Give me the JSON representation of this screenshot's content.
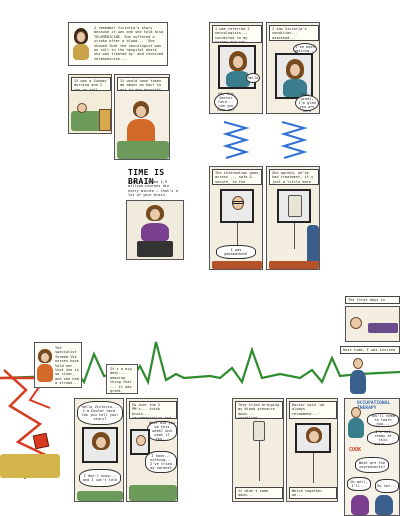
{
  "colors": {
    "ecg_green": "#2e8b2e",
    "ecg_red": "#d93a22",
    "shirt_purple": "#7a3f8f",
    "shirt_teal": "#3a7d8c",
    "zigzag_blue": "#2f6fd6",
    "bedding_green": "#6b9a5a",
    "hair_brown": "#7a4a1c"
  },
  "left_page": {
    "intro_caption": "I remember Victoria's story because it was one she told also TELEMEDICINE. She suffered a stroke after a blood... 'She showed that the neurologist was on call in the hospital where she was treated by' and received telemedicine...",
    "sunday_caption": "It was a Sunday morning and I was on call.",
    "hospital_caption": "It would have taken me about an hour to get to the hospital.",
    "time_is_brain": "TIME IS BRAIN",
    "time_is_brain_sub": "After a stroke 1.9 million neurons die every minute — that's a lot of your brain."
  },
  "right_page": {
    "arrive_caption": "I was referred 2 neurologists... connected to my screen and saw her...",
    "see_caption": "I saw Victoria's condition... assessed...",
    "arrive_bubble": "Hello",
    "doctor_bubble": "Hi, I'm Doctor here... can you hear me?",
    "patient_bubble": "That's great, I'm glad you are here",
    "reply_bubble": "I've been waiting...",
    "transfer_caption": "The information goes across ... safe & secure, to the hospital.",
    "decision_caption": "She agreed, we've had treatment, it's just a little more to go...",
    "was_bubble": "I was gobsmacked!"
  },
  "bottom_strip": {
    "first_days_tab": "The first days in hospital...",
    "rest_tab": "Rest time, I was invited",
    "specialist_caption": "The specialist formed the nurses have told her that she is so clear, and she had a stroke...",
    "big_deal_caption": "It's a big deal... amazing thing that ... it was great.",
    "frame_a_bubble": "Hello Victoria... I'm Doctor here. Can you tell your story?",
    "frame_a_reply": "I don't know... and I can't talk",
    "frame_b_caption": "So over the 2 PM's... think brain... recommendation and I ... that was...",
    "frame_b_bubble": "What did you do this week? And what if you...",
    "frame_b_reply": "I have... nothing... I've tried my hardest",
    "frame_c_caption": "They tried bringing my blood pressure down... unsettled...",
    "frame_c_bubble": "It didn't come down...",
    "frame_d_caption": "Doctor said 'we always recommend...'",
    "frame_d_bubble": "Which together we...",
    "occupational": "OCCUPATIONAL THERAPY",
    "ot_bubble": "You'll need to learn how...",
    "not_bubble": "I'm not ready at this point...",
    "cook_label": "COOK",
    "cook_bubble": "What are the ingredients?",
    "oh_bubble": "Oh well, I'll...",
    "do_bubble": "Do not..."
  }
}
